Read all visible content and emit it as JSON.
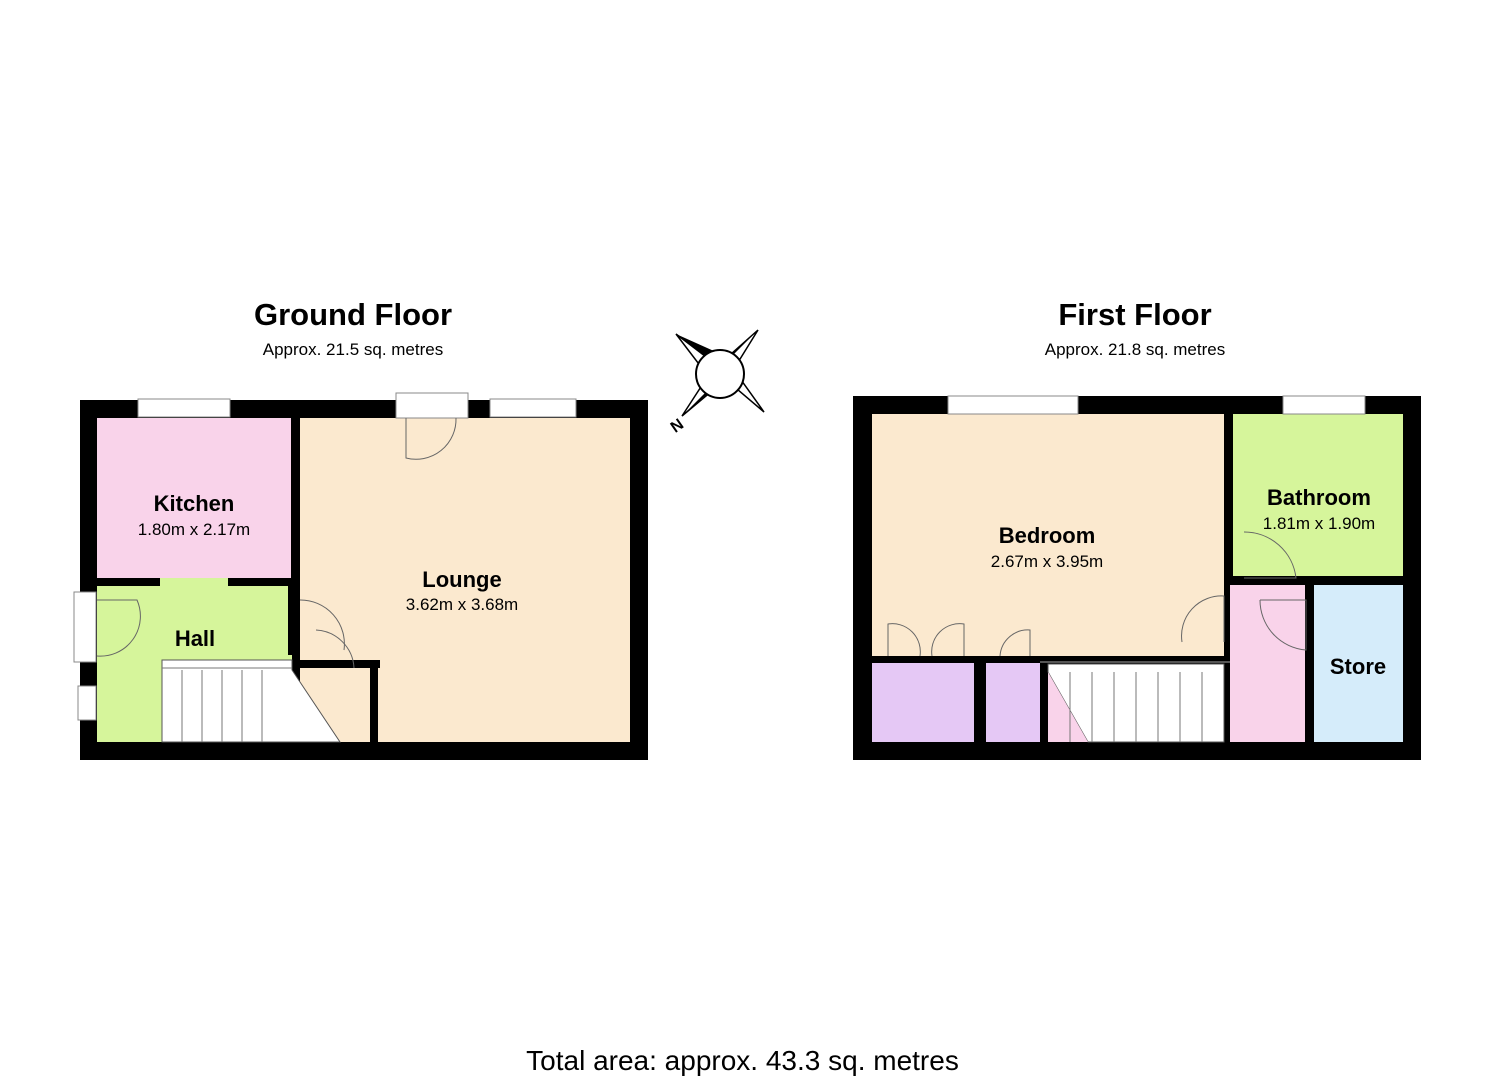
{
  "ground_floor": {
    "title": "Ground Floor",
    "area": "Approx. 21.5 sq. metres",
    "rooms": {
      "kitchen": {
        "name": "Kitchen",
        "dims": "1.80m x 2.17m",
        "color": "#f9d3ea"
      },
      "lounge": {
        "name": "Lounge",
        "dims": "3.62m x 3.68m",
        "color": "#fbe9cf"
      },
      "hall": {
        "name": "Hall",
        "color": "#d6f59b"
      }
    }
  },
  "first_floor": {
    "title": "First Floor",
    "area": "Approx. 21.8 sq. metres",
    "rooms": {
      "bedroom": {
        "name": "Bedroom",
        "dims": "2.67m x 3.95m",
        "color": "#fbe9cf"
      },
      "bathroom": {
        "name": "Bathroom",
        "dims": "1.81m x 1.90m",
        "color": "#d6f59b"
      },
      "store": {
        "name": "Store",
        "color": "#d5ecfa"
      },
      "landing": {
        "color": "#f9d3ea"
      },
      "cupboard": {
        "color": "#e5c8f5"
      }
    }
  },
  "compass": {
    "label": "N"
  },
  "total_area": "Total area: approx. 43.3 sq. metres",
  "colors": {
    "wall": "#000000",
    "stairs": "#ffffff"
  }
}
